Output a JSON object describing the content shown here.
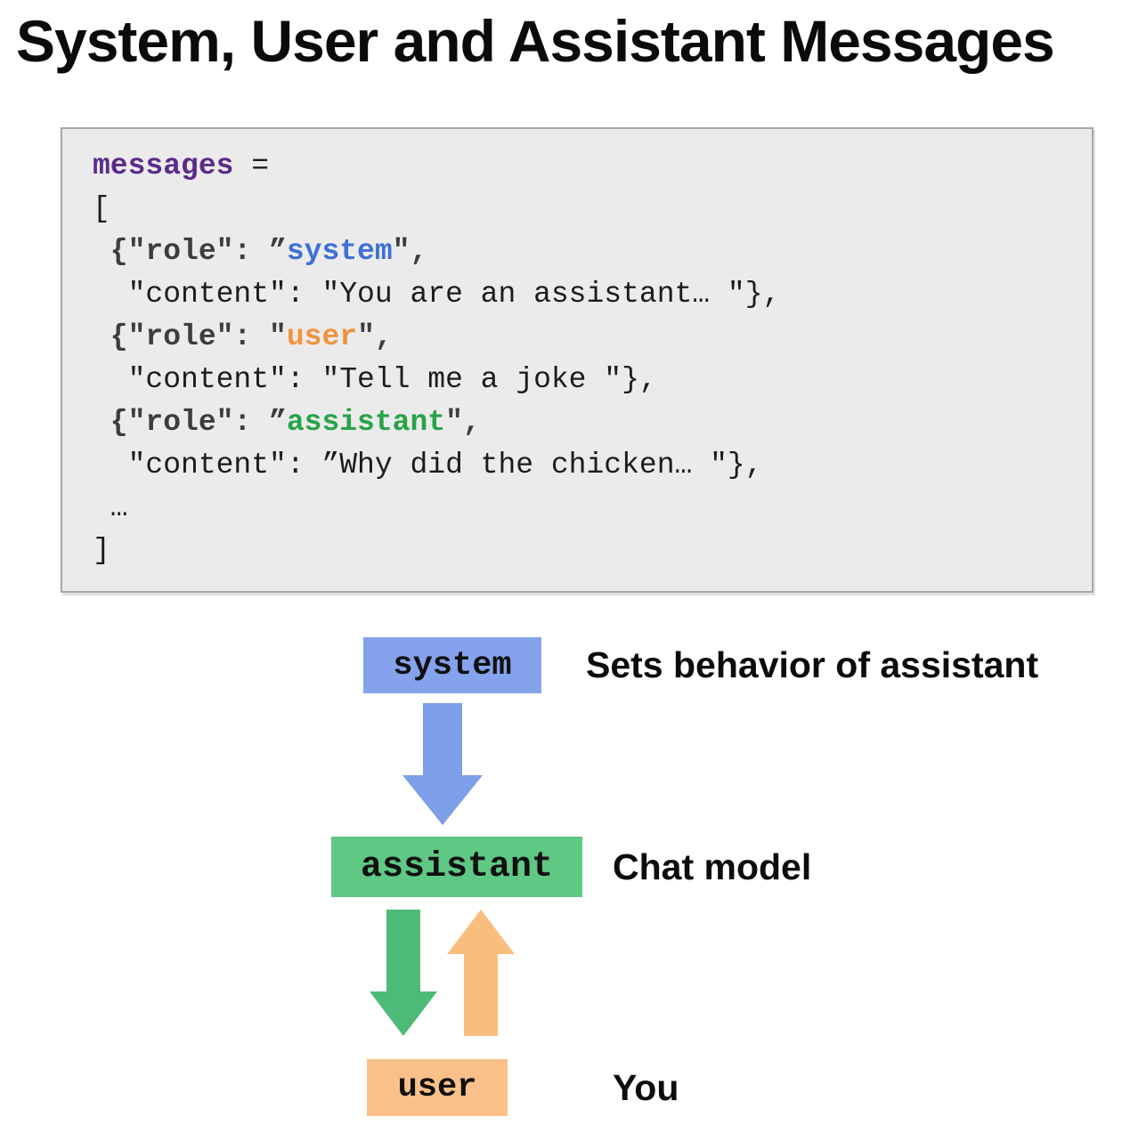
{
  "title": "System, User and Assistant Messages",
  "code_block": {
    "lines": [
      [
        {
          "t": "messages",
          "s": "purple"
        },
        {
          "t": " =",
          "s": "plain"
        }
      ],
      [
        {
          "t": "[",
          "s": "plain"
        }
      ],
      [
        {
          "t": " {\"role\": ”",
          "s": "key"
        },
        {
          "t": "system",
          "s": "blue"
        },
        {
          "t": "\",",
          "s": "key"
        }
      ],
      [
        {
          "t": "  \"content\": \"You are an assistant… \"},",
          "s": "plain"
        }
      ],
      [
        {
          "t": " {\"role\": \"",
          "s": "key"
        },
        {
          "t": "user",
          "s": "orange"
        },
        {
          "t": "\",",
          "s": "key"
        }
      ],
      [
        {
          "t": "  \"content\": \"Tell me a joke \"},",
          "s": "plain"
        }
      ],
      [
        {
          "t": " {\"role\": ”",
          "s": "key"
        },
        {
          "t": "assistant",
          "s": "green"
        },
        {
          "t": "\",",
          "s": "key"
        }
      ],
      [
        {
          "t": "  \"content\": ”Why did the chicken… \"},",
          "s": "plain"
        }
      ],
      [
        {
          "t": " …",
          "s": "plain"
        }
      ],
      [
        {
          "t": "]",
          "s": "plain"
        }
      ]
    ]
  },
  "diagram": {
    "nodes": [
      {
        "id": "system",
        "label": "system",
        "description": "Sets behavior of assistant"
      },
      {
        "id": "assistant",
        "label": "assistant",
        "description": "Chat model"
      },
      {
        "id": "user",
        "label": "user",
        "description": "You"
      }
    ],
    "arrows": [
      {
        "from": "system",
        "to": "assistant",
        "color": "blue",
        "direction": "down"
      },
      {
        "from": "assistant",
        "to": "user",
        "color": "green",
        "direction": "down"
      },
      {
        "from": "user",
        "to": "assistant",
        "color": "orange",
        "direction": "up"
      }
    ]
  },
  "colors": {
    "box_blue": "#84a3ec",
    "box_green": "#5fc884",
    "box_orange": "#f9c189",
    "arrow_blue": "#7d9ee8",
    "arrow_green": "#4eba77",
    "arrow_orange": "#f9bd7e",
    "code_purple": "#5b2b8a",
    "code_key_gray": "#3d3d3d",
    "code_blue": "#3e70d6",
    "code_orange": "#f0923f",
    "code_green": "#27a348",
    "code_text": "#1c1c1c",
    "code_bg": "#ebebeb",
    "code_border": "#a8a8a8"
  }
}
